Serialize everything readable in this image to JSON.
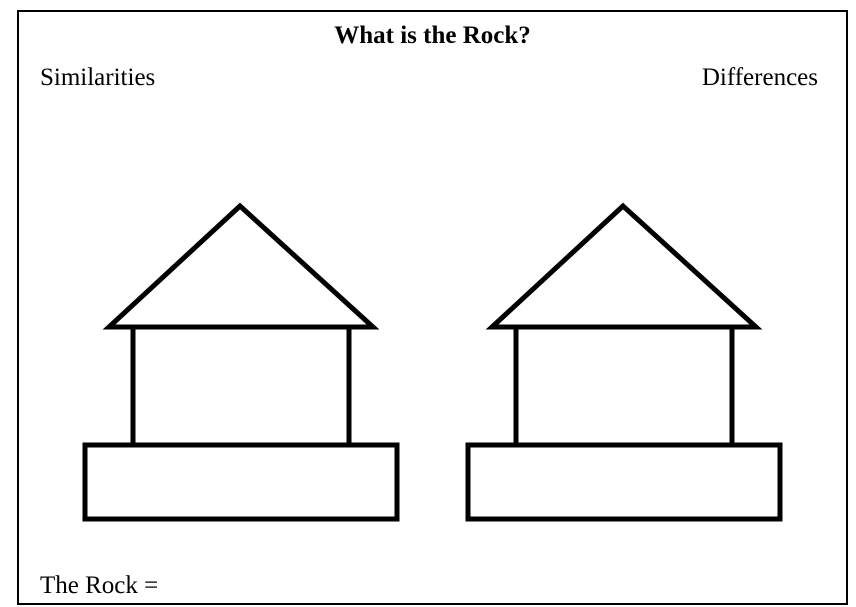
{
  "worksheet": {
    "title": "What is the Rock?",
    "left_heading": "Similarities",
    "right_heading": "Differences",
    "footer_prompt": "The Rock ="
  },
  "diagram": {
    "shapes": [
      "house-outline",
      "house-outline"
    ],
    "stroke_color": "#000000"
  }
}
